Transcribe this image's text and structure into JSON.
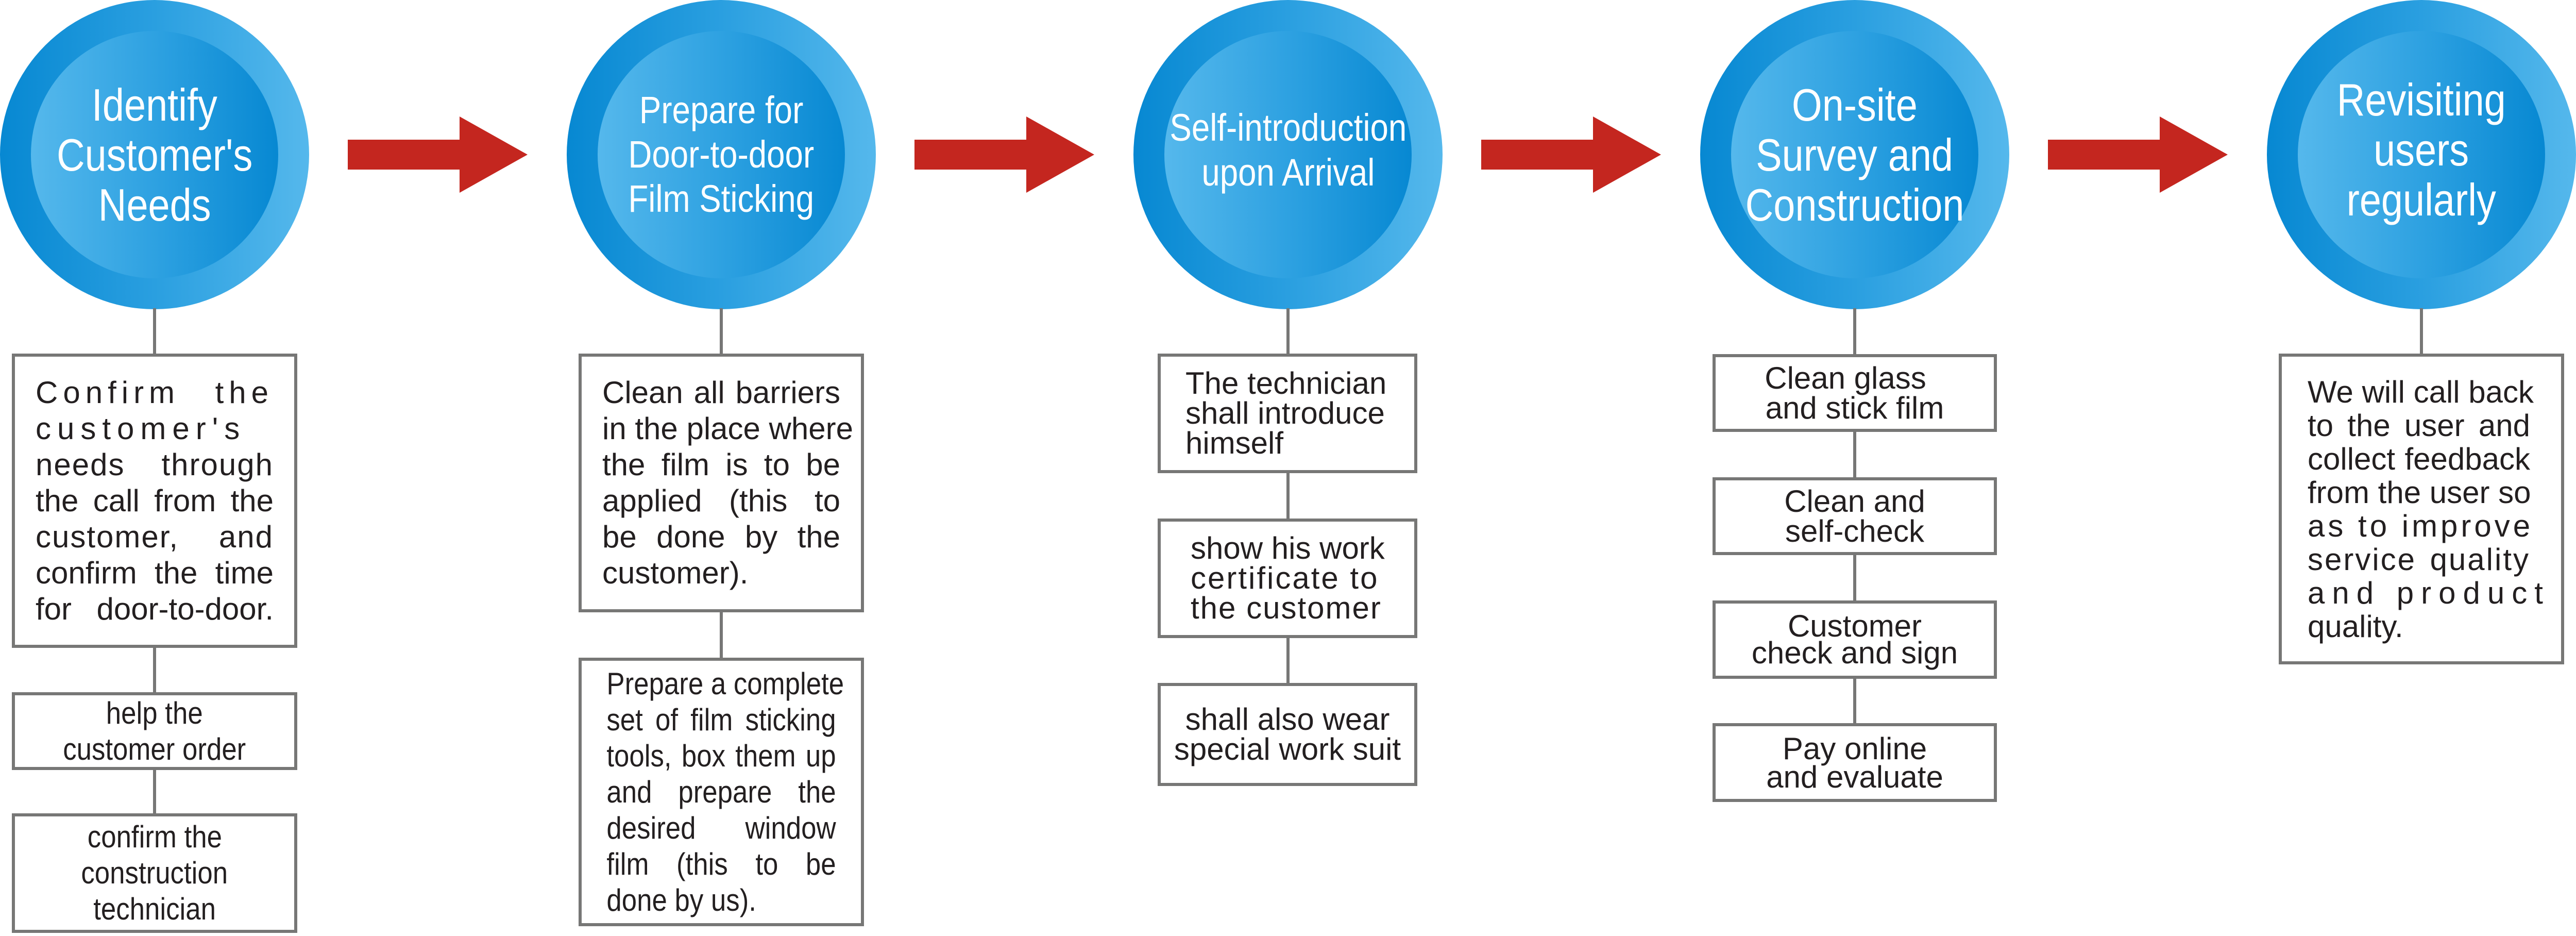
{
  "diagram": {
    "type": "process-flow",
    "colors": {
      "stage_dark": "#0788D2",
      "stage_light": "#55B8EC",
      "arrow": "#C4261F",
      "box_border": "#777776",
      "box_text": "#231F20",
      "stage_text": "#FFFFFF"
    },
    "stages": [
      {
        "title_lines": [
          "Identify",
          "Customer's",
          "Needs"
        ],
        "steps": [
          {
            "lines": [
              "Confirm the",
              "customer's",
              "needs through",
              "the call from the",
              "customer, and",
              "confirm the time",
              "for door-to-door."
            ]
          },
          {
            "lines": [
              "help the",
              "customer order"
            ]
          },
          {
            "lines": [
              "confirm the",
              "construction",
              "technician"
            ]
          }
        ]
      },
      {
        "title_lines": [
          "Prepare for",
          "Door-to-door",
          "Film Sticking"
        ],
        "steps": [
          {
            "lines": [
              "Clean all barriers",
              "in the place where",
              "the film is to be",
              "applied (this to",
              "be done by the",
              "customer)."
            ]
          },
          {
            "lines": [
              "Prepare a complete",
              "set of film sticking",
              "tools, box them up",
              "and prepare the",
              "desired window",
              "film (this to be",
              "done by us)."
            ]
          }
        ]
      },
      {
        "title_lines": [
          "Self-introduction",
          "upon Arrival"
        ],
        "steps": [
          {
            "lines": [
              "The technician",
              "shall introduce",
              "himself"
            ]
          },
          {
            "lines": [
              "show his work",
              "certificate to",
              "the customer"
            ]
          },
          {
            "lines": [
              "shall also wear",
              "special work suit"
            ]
          }
        ]
      },
      {
        "title_lines": [
          "On-site",
          "Survey and",
          "Construction"
        ],
        "steps": [
          {
            "lines": [
              "Clean glass",
              "and stick film"
            ]
          },
          {
            "lines": [
              "Clean and",
              "self-check"
            ]
          },
          {
            "lines": [
              "Customer",
              "check and sign"
            ]
          },
          {
            "lines": [
              "Pay online",
              "and evaluate"
            ]
          }
        ]
      },
      {
        "title_lines": [
          "Revisiting",
          "users",
          "regularly"
        ],
        "steps": [
          {
            "lines": [
              "We will call back",
              "to the user and",
              "collect feedback",
              "from the user so",
              "as to improve",
              "service quality",
              "and product",
              "quality."
            ]
          }
        ]
      }
    ],
    "icons": {
      "flow_arrow": "arrow-right-icon"
    }
  }
}
